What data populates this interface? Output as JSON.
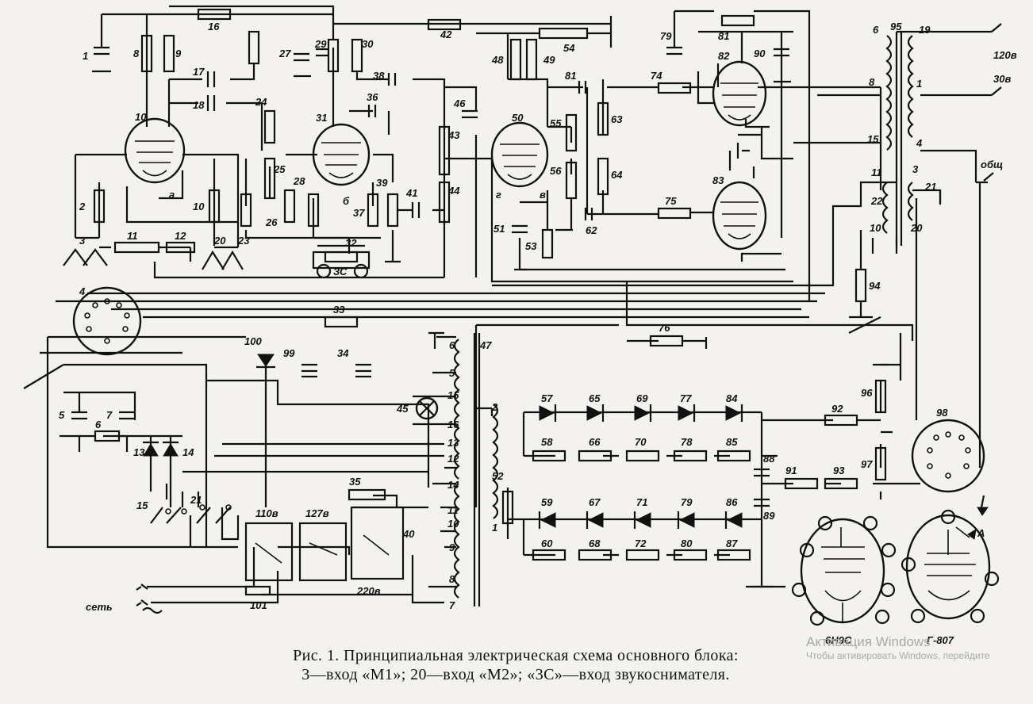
{
  "caption": {
    "line1": "Рис. 1. Принципиальная электрическая схема основного блока:",
    "line2": "3—вход «М1»; 20—вход «М2»; «3С»—вход звукоснимателя."
  },
  "watermark": {
    "title": "Активация Windows",
    "subtitle": "Чтобы активировать Windows, перейдите"
  },
  "terminals": {
    "out_120": "120в",
    "out_30": "30в",
    "common": "общ",
    "mains": "сеть",
    "pickup": "ЗС",
    "v110": "110в",
    "v127": "127в",
    "v220": "220в"
  },
  "tubes": {
    "pinout_left": "6Н9С",
    "pinout_right": "Г-807",
    "anode_mark": "А"
  },
  "components": {
    "c1": "1",
    "r2": "2",
    "in3": "3",
    "r8": "8",
    "r9": "9",
    "t10": "10",
    "r11": "11",
    "r12": "12",
    "c17": "17",
    "c18": "18",
    "r16": "16",
    "in20": "20",
    "r10b": "10",
    "r23": "23",
    "c24": "24",
    "r25": "25",
    "r26": "26",
    "c27": "27",
    "r28": "28",
    "r29": "29",
    "r30": "30",
    "t31": "31",
    "r32": "32",
    "c33": "33",
    "c36": "36",
    "r37": "37",
    "r39": "39",
    "c41": "41",
    "r42": "42",
    "r43": "43",
    "r44": "44",
    "c46": "46",
    "r48": "48",
    "r49": "49",
    "t50": "50",
    "c51": "51",
    "r53": "53",
    "r54": "54",
    "r55": "55",
    "r56": "56",
    "c81a": "81",
    "c62": "62",
    "r63": "63",
    "r64": "64",
    "r74": "74",
    "r75": "75",
    "r76": "76",
    "c79": "79",
    "r81": "81",
    "t82": "82",
    "t83": "83",
    "c90": "90",
    "tr95": "95",
    "r94": "94",
    "sock4": "4",
    "r33": "33",
    "c34": "34",
    "c99": "99",
    "d100": "100",
    "c5": "5",
    "c7": "7",
    "r6": "6",
    "d13": "13",
    "d14": "14",
    "sw15": "15",
    "sw21": "21",
    "r35": "35",
    "lamp45": "45",
    "tr47": "47",
    "c52": "52",
    "fuse101": "101",
    "d57": "57",
    "d65": "65",
    "d69": "69",
    "d77": "77",
    "d84": "84",
    "r58": "58",
    "r66": "66",
    "r70": "70",
    "r78": "78",
    "r85": "85",
    "d59": "59",
    "d67": "67",
    "d71": "71",
    "d79": "79",
    "d86": "86",
    "r60": "60",
    "r68": "68",
    "r72": "72",
    "r80": "80",
    "r87": "87",
    "c88": "88",
    "c89": "89",
    "r91": "91",
    "r92": "92",
    "r93": "93",
    "r96": "96",
    "r97": "97",
    "sock98": "98",
    "cap38": "38",
    "r40": "40"
  },
  "labels": {
    "a": "а",
    "b": "б",
    "v": "в",
    "g": "г",
    "w6": "6",
    "w8": "8",
    "w15": "15",
    "w19": "19",
    "w1": "1",
    "w4": "4",
    "w3": "3",
    "w11": "11",
    "w22": "22",
    "w21": "21",
    "w10": "10",
    "w20": "20",
    "p6": "6",
    "p5": "5",
    "p15": "15",
    "p16": "16",
    "p13": "13",
    "p12": "12",
    "p14": "14",
    "p11": "11",
    "p10": "10",
    "p9": "9",
    "p8": "8",
    "p7": "7",
    "p2": "2",
    "p1": "1"
  }
}
